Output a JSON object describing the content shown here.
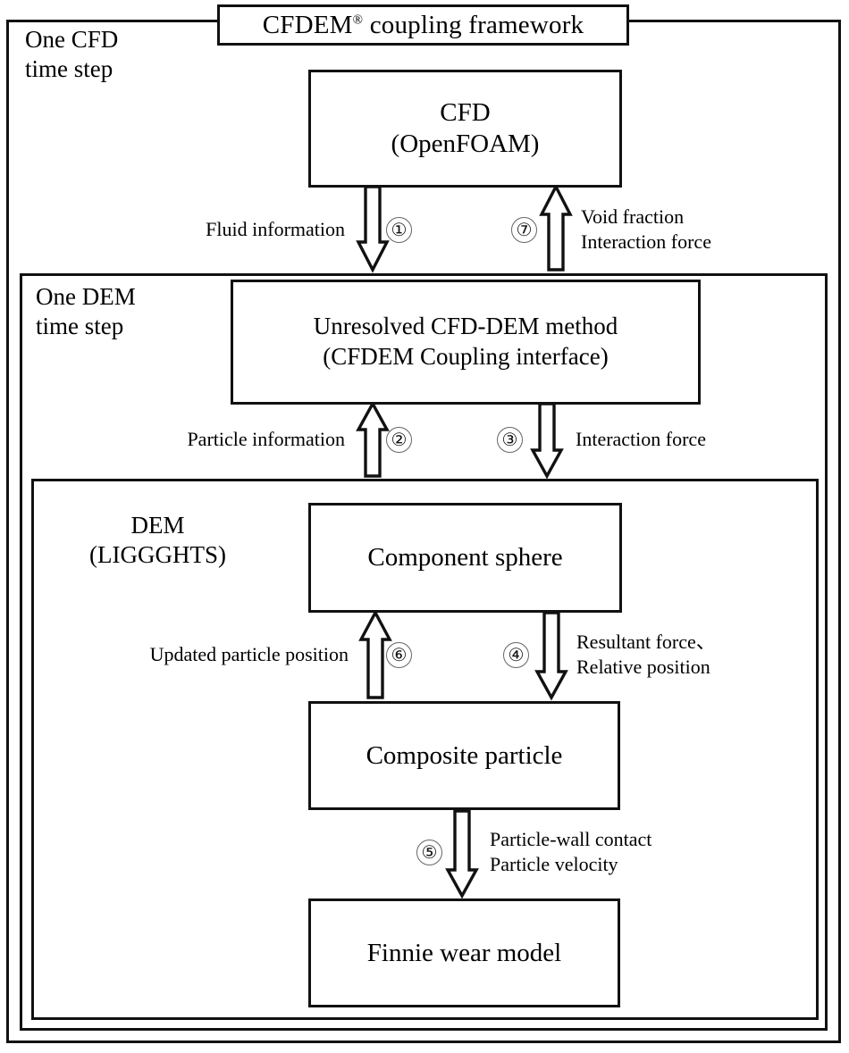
{
  "diagram": {
    "title_main": "CFDEM",
    "title_sup": "®",
    "title_rest": " coupling framework",
    "sections": {
      "cfd_step": "One CFD\ntime step",
      "dem_step": "One DEM\ntime step",
      "liggghts": "DEM\n(LIGGGHTS)"
    },
    "boxes": {
      "cfd_line1": "CFD",
      "cfd_line2": "(OpenFOAM)",
      "unresolved_line1": "Unresolved CFD-DEM method",
      "unresolved_line2": "(CFDEM Coupling interface)",
      "component": "Component sphere",
      "composite": "Composite particle",
      "finnie": "Finnie wear model"
    },
    "flows": [
      {
        "id": "1",
        "number": "①",
        "direction": "down",
        "label": "Fluid information",
        "from": "CFD (OpenFOAM)",
        "to": "Unresolved CFD-DEM method"
      },
      {
        "id": "7",
        "number": "⑦",
        "direction": "up",
        "label": "Void fraction\nInteraction force",
        "from": "Unresolved CFD-DEM method",
        "to": "CFD (OpenFOAM)"
      },
      {
        "id": "2",
        "number": "②",
        "direction": "up",
        "label": "Particle information",
        "from": "Component sphere",
        "to": "Unresolved CFD-DEM method"
      },
      {
        "id": "3",
        "number": "③",
        "direction": "down",
        "label": "Interaction force",
        "from": "Unresolved CFD-DEM method",
        "to": "Component sphere"
      },
      {
        "id": "6",
        "number": "⑥",
        "direction": "up",
        "label": "Updated particle position",
        "from": "Composite particle",
        "to": "Component sphere"
      },
      {
        "id": "4",
        "number": "④",
        "direction": "down",
        "label": "Resultant force、\nRelative position",
        "from": "Component sphere",
        "to": "Composite particle"
      },
      {
        "id": "5",
        "number": "⑤",
        "direction": "down",
        "label": "Particle-wall contact\nParticle velocity",
        "from": "Composite particle",
        "to": "Finnie wear model"
      }
    ],
    "colors": {
      "line": "#111111",
      "background": "#ffffff",
      "circle_stroke": "#666666"
    }
  }
}
